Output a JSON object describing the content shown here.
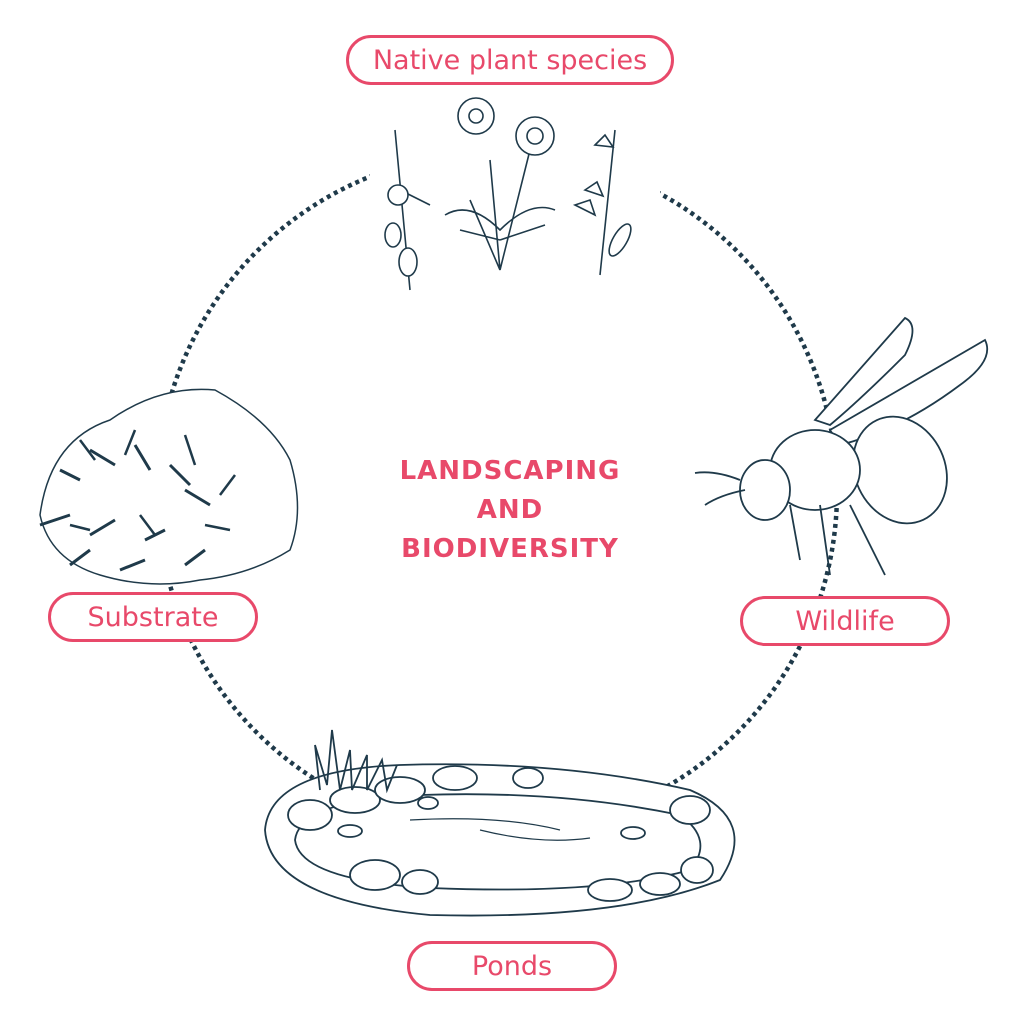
{
  "title_lines": [
    "LANDSCAPING",
    "AND",
    "BIODIVERSITY"
  ],
  "nodes": {
    "top": "Native plant species",
    "left": "Substrate",
    "right": "Wildlife",
    "bottom": "Ponds"
  },
  "colors": {
    "accent": "#e8496a",
    "line": "#1f3a4a"
  }
}
